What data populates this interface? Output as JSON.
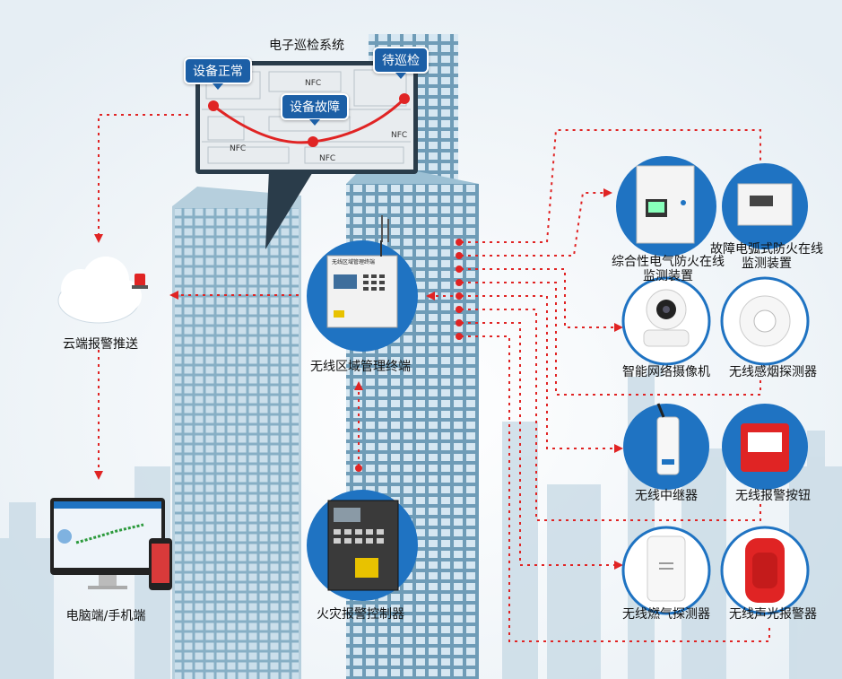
{
  "colors": {
    "accent_blue": "#1f73c2",
    "tag_blue": "#1c5fa6",
    "alarm_red": "#e02424",
    "building": "#8fb7cf",
    "sky": "#f4f8fb"
  },
  "patrol": {
    "title": "电子巡检系统",
    "tag_normal": "设备正常",
    "tag_fault": "设备故障",
    "tag_pending": "待巡检",
    "nfc": "NFC"
  },
  "center": {
    "terminal_label": "无线区域管理终端",
    "terminal_panel_text": "无线区域管理终端",
    "controller_label": "火灾报警控制器"
  },
  "left": {
    "cloud_label": "云端报警推送",
    "pc_label": "电脑端/手机端"
  },
  "devices": [
    {
      "label": "综合性电气防火在线监测装置",
      "icon": "electrical-monitor-icon"
    },
    {
      "label": "故障电弧式防火在线监测装置",
      "icon": "arc-fault-monitor-icon"
    },
    {
      "label": "智能网络摄像机",
      "icon": "camera-icon"
    },
    {
      "label": "无线感烟探测器",
      "icon": "smoke-detector-icon"
    },
    {
      "label": "无线中继器",
      "icon": "repeater-icon"
    },
    {
      "label": "无线报警按钮",
      "icon": "alarm-button-icon"
    },
    {
      "label": "无线燃气探测器",
      "icon": "gas-detector-icon"
    },
    {
      "label": "无线声光报警器",
      "icon": "sound-light-alarm-icon"
    }
  ]
}
